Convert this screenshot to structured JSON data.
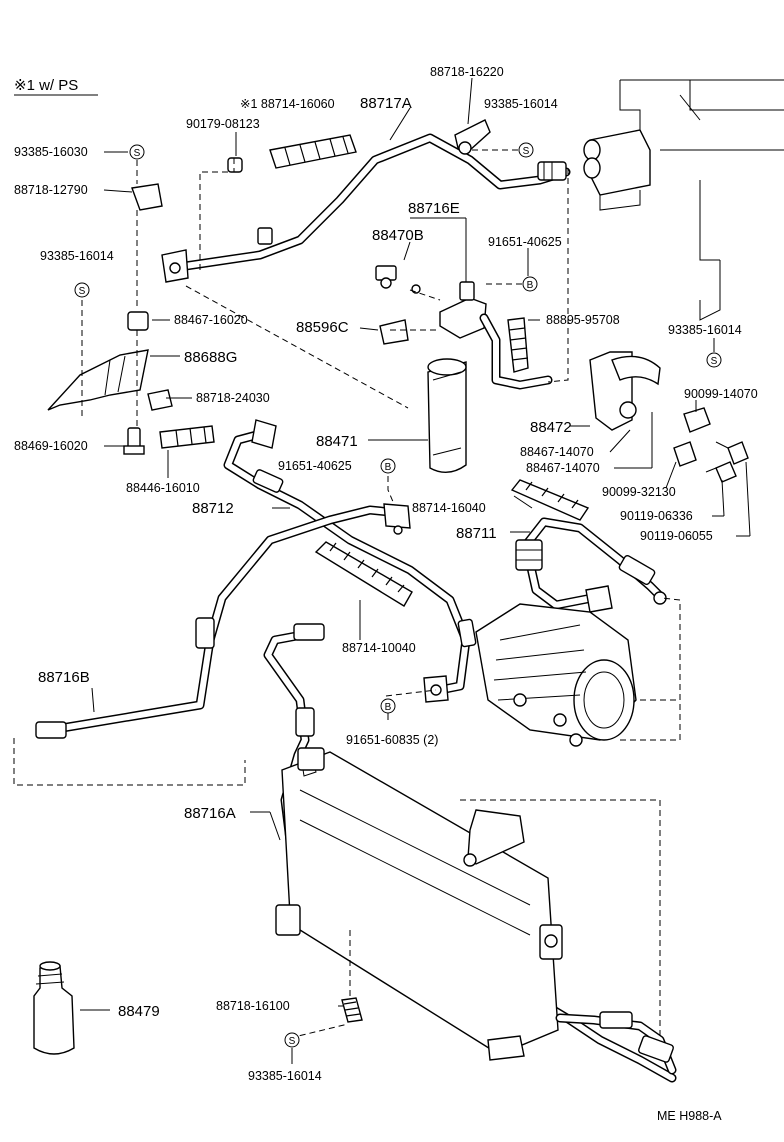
{
  "header": {
    "note": "※1 w/ PS",
    "footer_code": "ME  H988-A"
  },
  "symbols": {
    "s": "S",
    "b": "B"
  },
  "labels": {
    "p88718_16220": "88718-16220",
    "p93385_16014_a": "93385-16014",
    "p88714_16060": "※1 88714-16060",
    "p88717A": "88717A",
    "p90179_08123": "90179-08123",
    "p93385_16030": "93385-16030",
    "p88718_12790": "88718-12790",
    "p88716E": "88716E",
    "p88470B": "88470B",
    "p91651_40625_a": "91651-40625",
    "p93385_16014_b": "93385-16014",
    "p88467_16020": "88467-16020",
    "p88596C": "88596C",
    "p88895_95708": "88895-95708",
    "p93385_16014_c": "93385-16014",
    "p88688G": "88688G",
    "p88718_24030": "88718-24030",
    "p88471": "88471",
    "p88472": "88472",
    "p90099_14070": "90099-14070",
    "p88469_16020": "88469-16020",
    "p88467_14070_a": "88467-14070",
    "p88467_14070_b": "88467-14070",
    "p88446_16010": "88446-16010",
    "p91651_40625_b": "91651-40625",
    "p90099_32130": "90099-32130",
    "p88712": "88712",
    "p88714_16040": "88714-16040",
    "p90119_06336": "90119-06336",
    "p88711": "88711",
    "p90119_06055": "90119-06055",
    "p88714_10040": "88714-10040",
    "p88716B": "88716B",
    "p91651_60835": "91651-60835 (2)",
    "p88716A": "88716A",
    "p88479": "88479",
    "p88718_16100": "88718-16100",
    "p93385_16014_d": "93385-16014"
  }
}
